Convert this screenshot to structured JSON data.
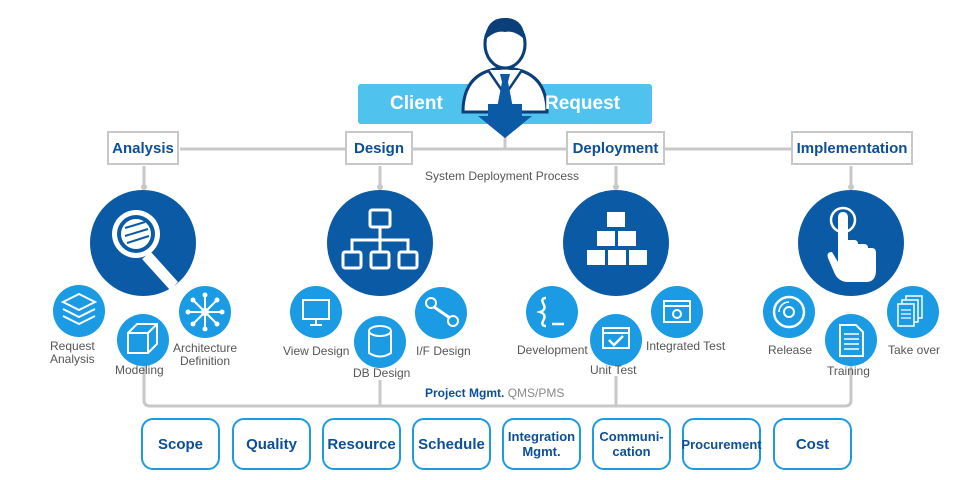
{
  "client": {
    "left_word": "Client",
    "right_word": "Request"
  },
  "phases": {
    "analysis": "Analysis",
    "design": "Design",
    "deployment": "Deployment",
    "implementation": "Implementation"
  },
  "process_caption": "System Deployment Process",
  "sub_items": {
    "request_analysis": "Request\nAnalysis",
    "modeling": "Modeling",
    "architecture_definition": "Architecture\nDefinition",
    "view_design": "View Design",
    "db_design": "DB Design",
    "if_design": "I/F Design",
    "development": "Development",
    "unit_test": "Unit Test",
    "integrated_test": "Integrated Test",
    "release": "Release",
    "training": "Training",
    "take_over": "Take over"
  },
  "project_mgmt": {
    "label": "Project Mgmt.",
    "suffix": "QMS/PMS"
  },
  "mgmt_areas": [
    "Scope",
    "Quality",
    "Resource",
    "Schedule",
    "Integration\nMgmt.",
    "Communi-\ncation",
    "Procurement",
    "Cost"
  ],
  "colors": {
    "dark_blue": "#0b5aa6",
    "light_blue": "#1a9be3",
    "client_bar": "#4fc3ee",
    "heading_text": "#0b4f9a"
  }
}
